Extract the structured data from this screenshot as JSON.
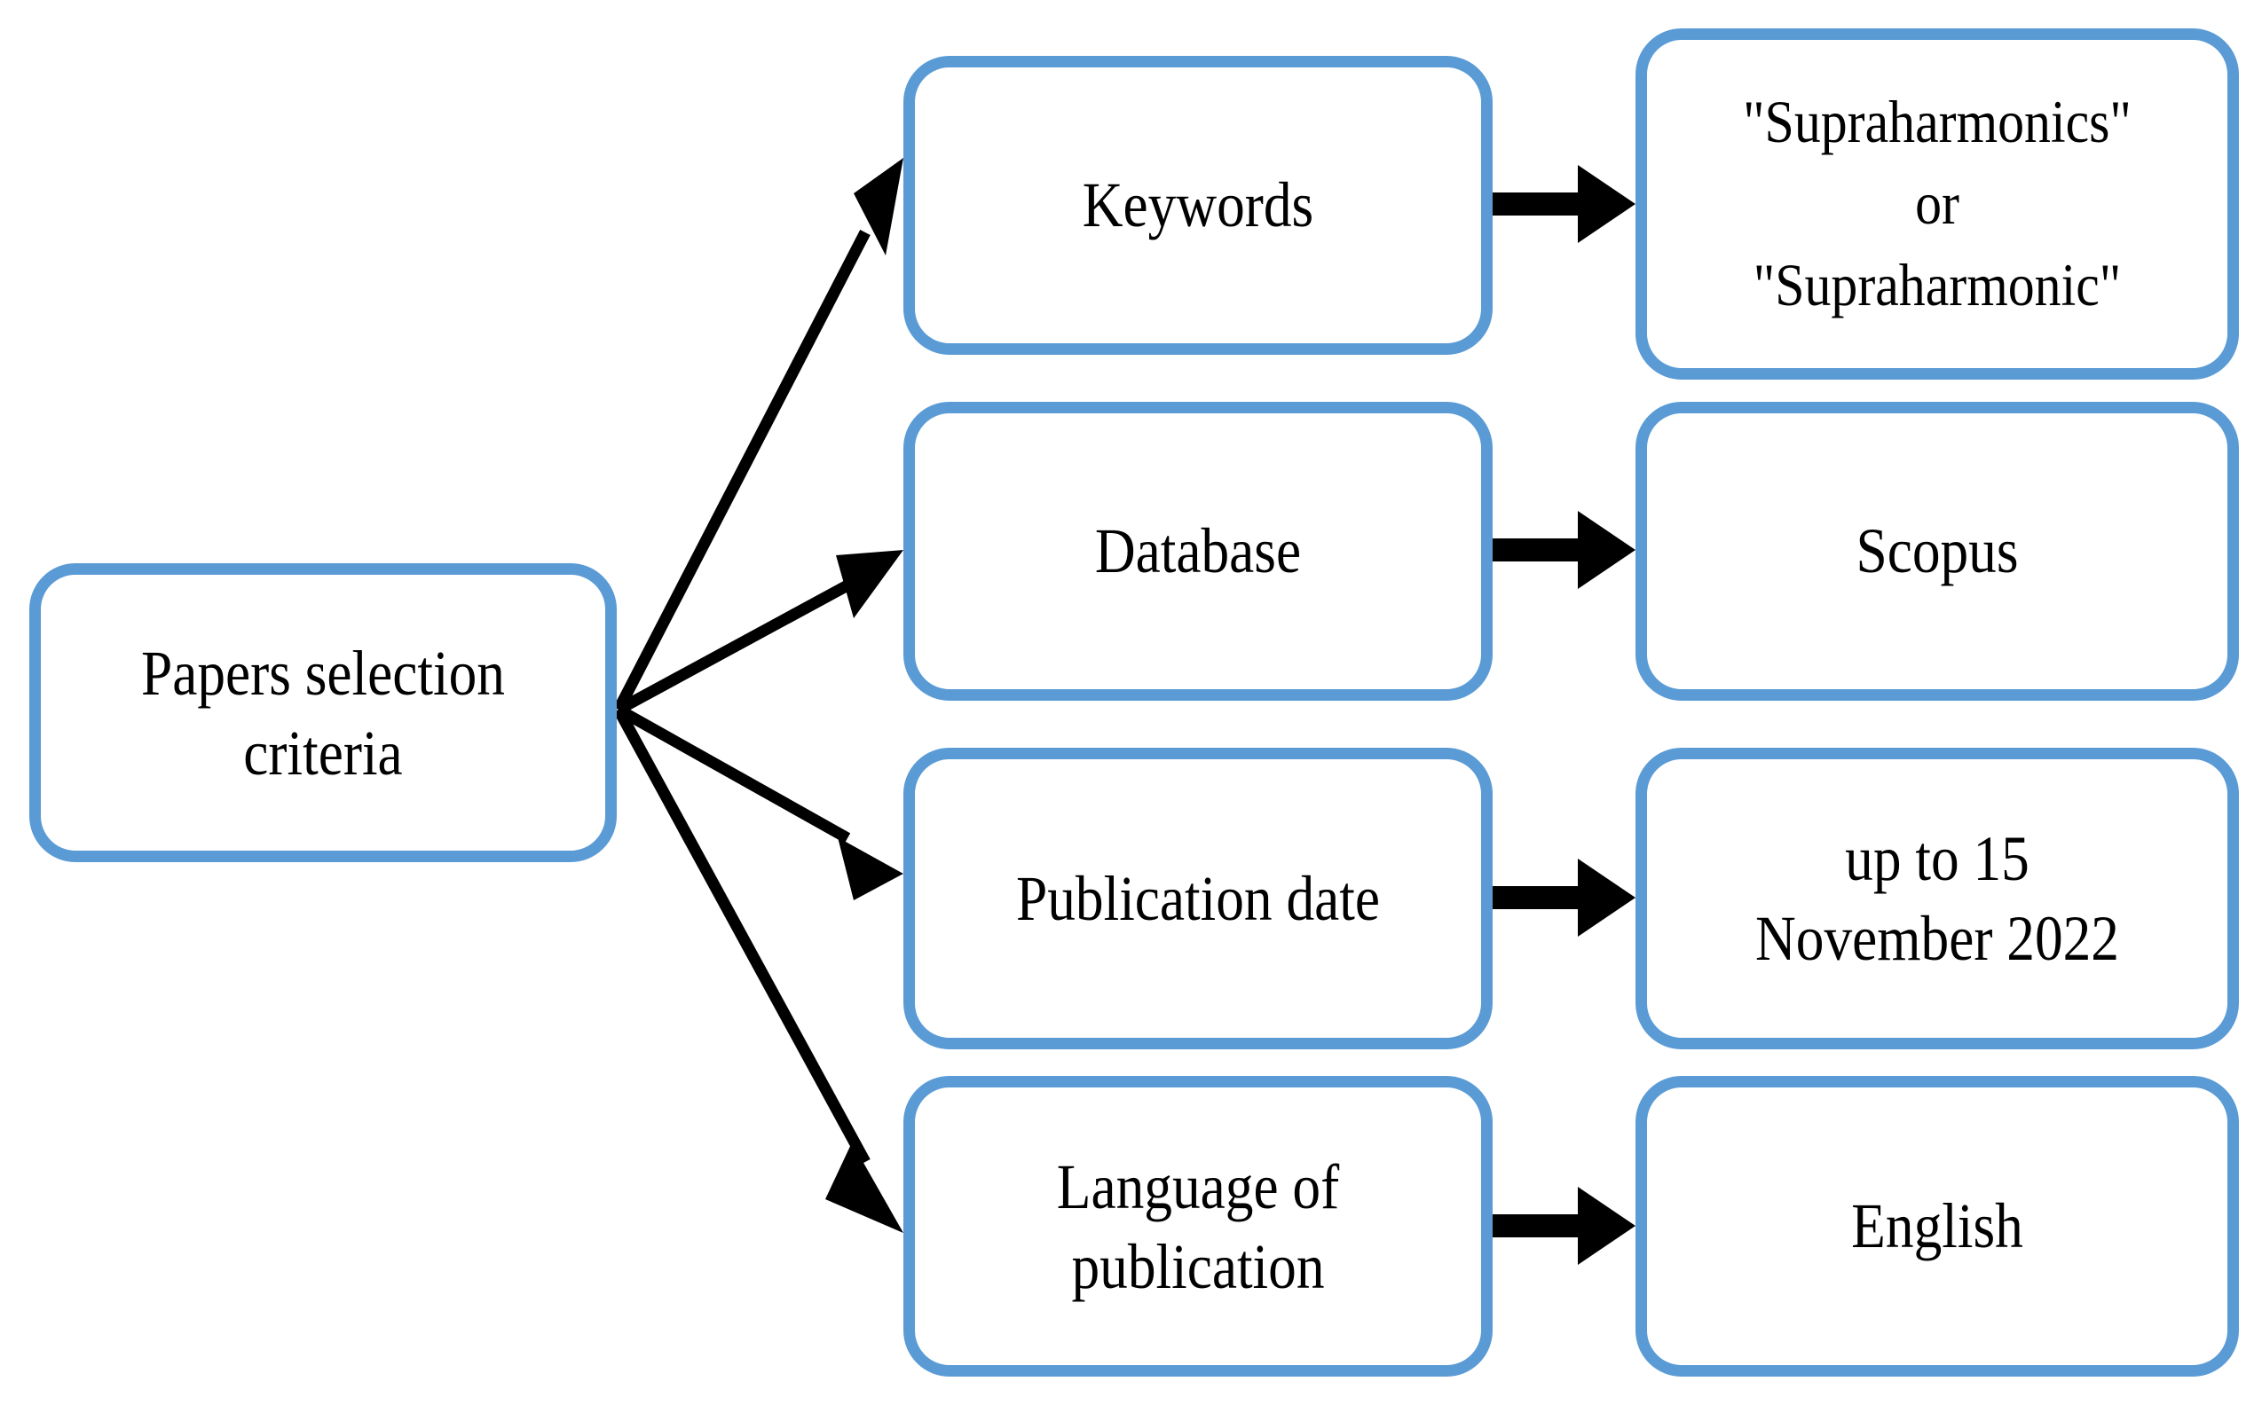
{
  "diagram": {
    "title": "Papers selection criteria",
    "type": "flowchart",
    "orientation": "left-to-right",
    "colors": {
      "node_border": "#5B9BD5",
      "node_fill": "#FFFFFF",
      "arrow": "#000000",
      "text": "#000000",
      "background": "#FFFFFF"
    },
    "source": {
      "label": "Papers selection\ncriteria"
    },
    "criteria": [
      {
        "id": "keywords",
        "label": "Keywords",
        "value": "\"Supraharmonics\"\nor\n\"Supraharmonic\""
      },
      {
        "id": "database",
        "label": "Database",
        "value": "Scopus"
      },
      {
        "id": "publication-date",
        "label": "Publication date",
        "value": "up to 15\nNovember 2022"
      },
      {
        "id": "language",
        "label": "Language of\npublication",
        "value": "English"
      }
    ],
    "edges": [
      {
        "from": "papers-selection-criteria",
        "to": "keywords",
        "style": "fan-arrow"
      },
      {
        "from": "papers-selection-criteria",
        "to": "database",
        "style": "fan-arrow"
      },
      {
        "from": "papers-selection-criteria",
        "to": "publication-date",
        "style": "fan-arrow"
      },
      {
        "from": "papers-selection-criteria",
        "to": "language",
        "style": "fan-arrow"
      },
      {
        "from": "keywords",
        "to": "keywords-value",
        "style": "straight-arrow"
      },
      {
        "from": "database",
        "to": "database-value",
        "style": "straight-arrow"
      },
      {
        "from": "publication-date",
        "to": "publication-date-value",
        "style": "straight-arrow"
      },
      {
        "from": "language",
        "to": "language-value",
        "style": "straight-arrow"
      }
    ]
  }
}
